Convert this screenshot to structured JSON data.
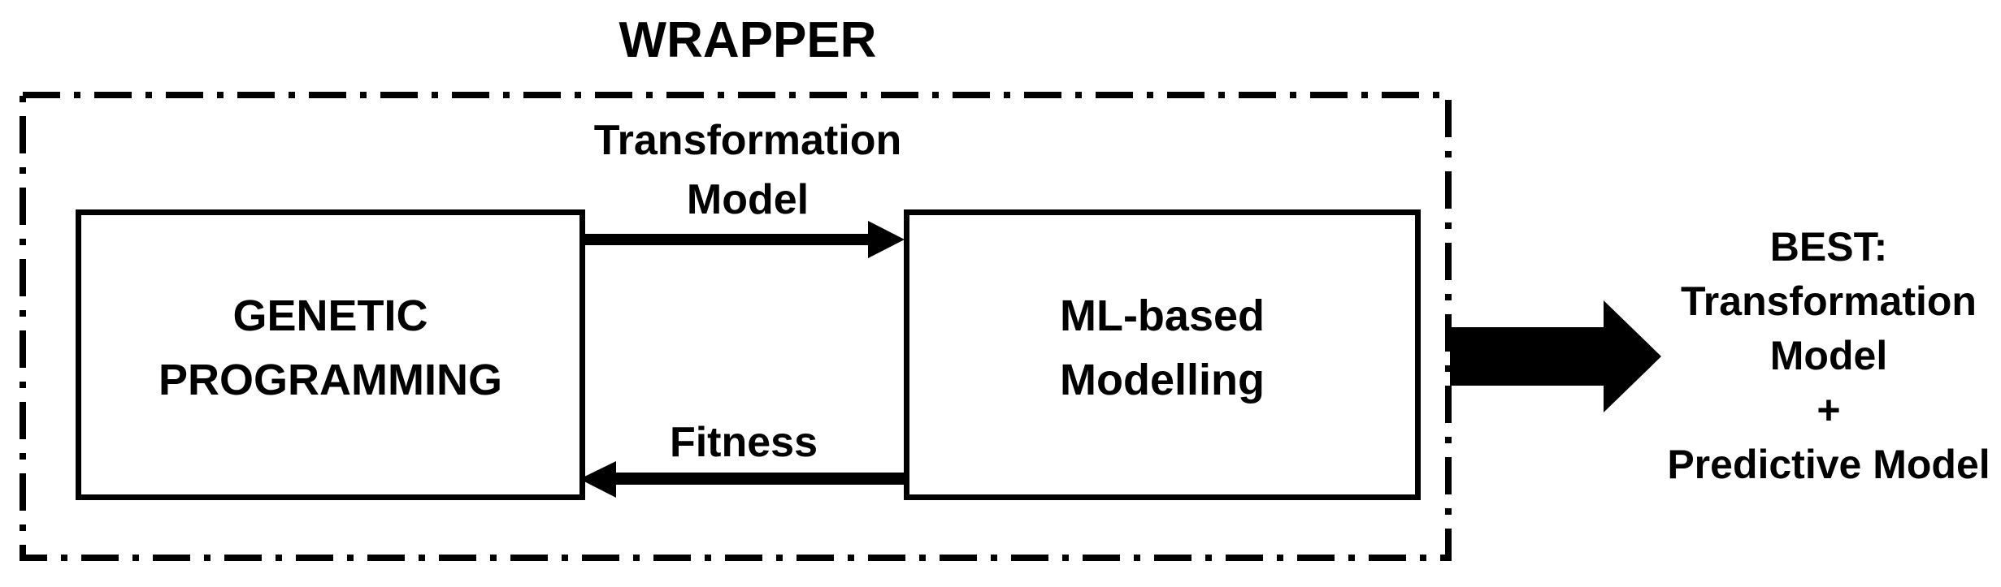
{
  "title": "WRAPPER",
  "boxes": {
    "genetic_programming": {
      "line1": "GENETIC",
      "line2": "PROGRAMMING"
    },
    "ml_modelling": {
      "line1": "ML-based",
      "line2": "Modelling"
    }
  },
  "arrows": {
    "transformation": {
      "line1": "Transformation",
      "line2": "Model",
      "direction": "left-to-right"
    },
    "fitness": {
      "label": "Fitness",
      "direction": "right-to-left"
    },
    "output": {
      "direction": "left-to-right"
    }
  },
  "output": {
    "line1": "BEST:",
    "line2": "Transformation",
    "line3": "Model",
    "line4": "+",
    "line5": "Predictive Model"
  },
  "colors": {
    "ink": "#000000",
    "background": "#ffffff"
  }
}
